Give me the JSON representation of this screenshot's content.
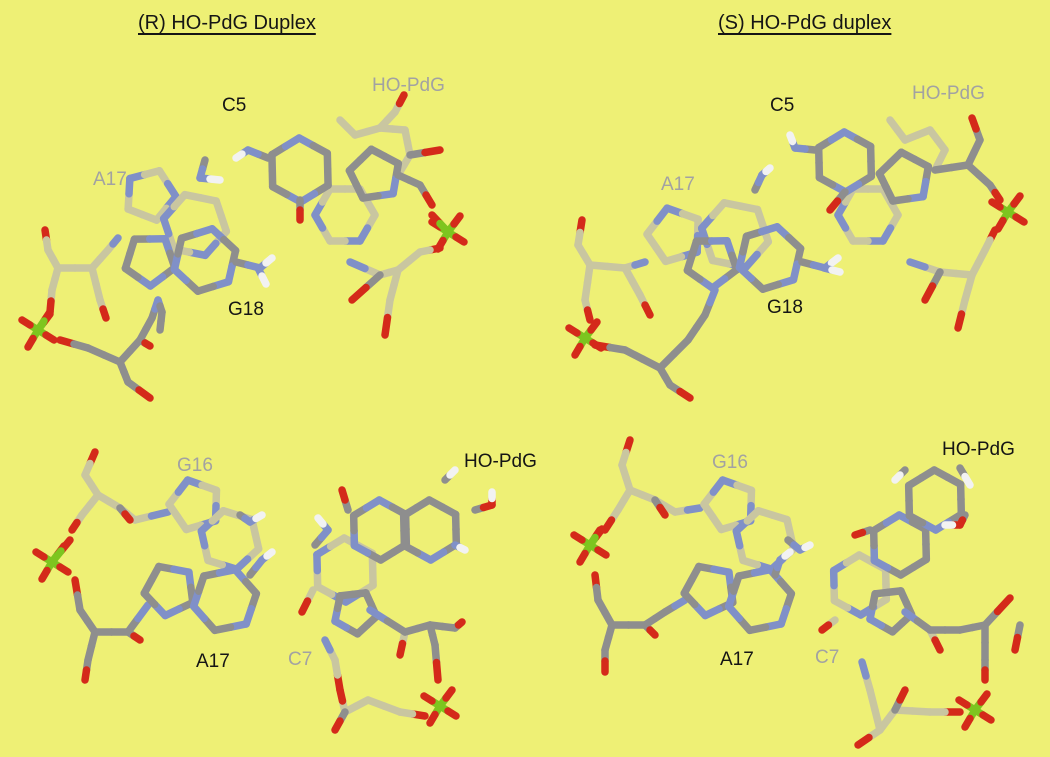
{
  "colors": {
    "background": "#EEF075",
    "carbon": "#8E8E8E",
    "carbon_light": "#C9C6A0",
    "nitrogen": "#8090C8",
    "oxygen": "#D42A1A",
    "phosphorus": "#7DC51F",
    "hydrogen": "#F2F2F2",
    "label_dark": "#151515",
    "label_light": "#A2A2A2"
  },
  "panels": {
    "left_title": "(R) HO-PdG Duplex",
    "right_title": "(S) HO-PdG duplex"
  },
  "labels": {
    "tl": {
      "c5": "C5",
      "hopdg": "HO-PdG",
      "a17": "A17",
      "g18": "G18"
    },
    "tr": {
      "c5": "C5",
      "hopdg": "HO-PdG",
      "a17": "A17",
      "g18": "G18"
    },
    "bl": {
      "g16": "G16",
      "hopdg": "HO-PdG",
      "a17": "A17",
      "c7": "C7"
    },
    "br": {
      "g16": "G16",
      "hopdg": "HO-PdG",
      "a17": "A17",
      "c7": "C7"
    }
  }
}
